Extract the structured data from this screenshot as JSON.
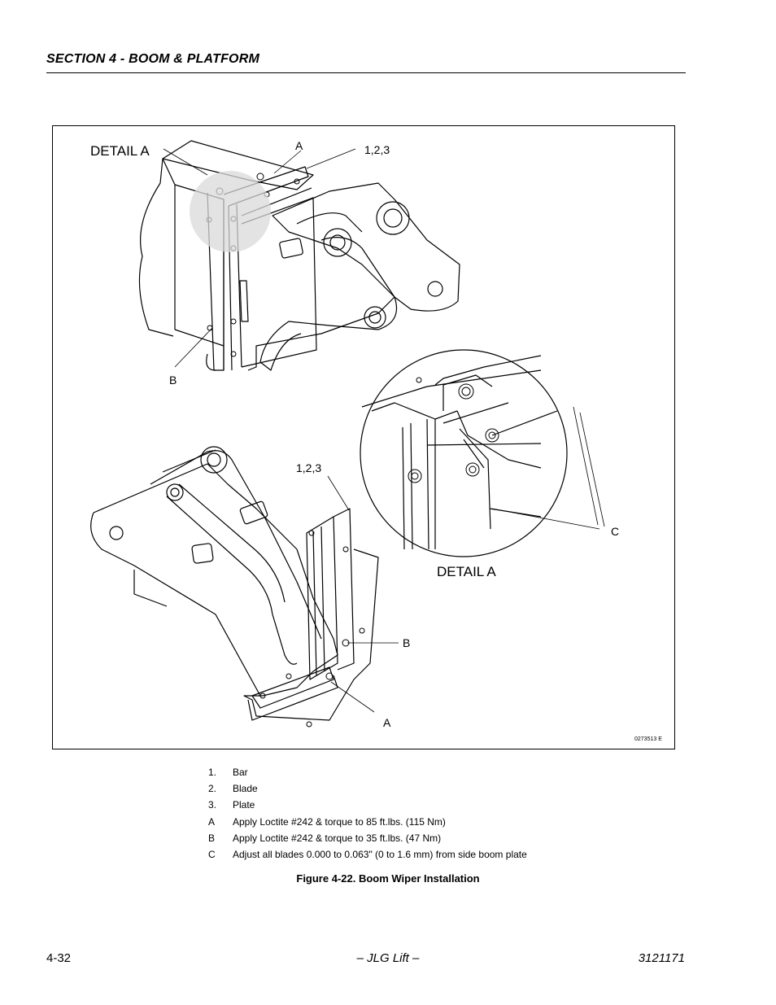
{
  "header": {
    "section_title": "SECTION 4 - BOOM & PLATFORM"
  },
  "figure": {
    "labels": {
      "detail_a_top": "DETAIL A",
      "a_top": "A",
      "numbers_top": "1,2,3",
      "b_top": "B",
      "numbers_bottom": "1,2,3",
      "c": "C",
      "detail_a_inset": "DETAIL A",
      "b_bottom": "B",
      "a_bottom": "A",
      "drawing_number": "0273513 E"
    }
  },
  "legend": [
    {
      "key": "1.",
      "text": "Bar"
    },
    {
      "key": "2.",
      "text": "Blade"
    },
    {
      "key": "3.",
      "text": "Plate"
    },
    {
      "key": "A",
      "text": "Apply Loctite #242 & torque to 85 ft.lbs. (115 Nm)"
    },
    {
      "key": "B",
      "text": "Apply Loctite #242 & torque to 35 ft.lbs. (47 Nm)"
    },
    {
      "key": "C",
      "text": "Adjust all blades 0.000 to 0.063\" (0 to 1.6 mm) from side boom plate"
    }
  ],
  "caption": "Figure 4-22.  Boom Wiper Installation",
  "footer": {
    "page_number": "4-32",
    "publisher": "– JLG Lift –",
    "doc_number": "3121171"
  }
}
